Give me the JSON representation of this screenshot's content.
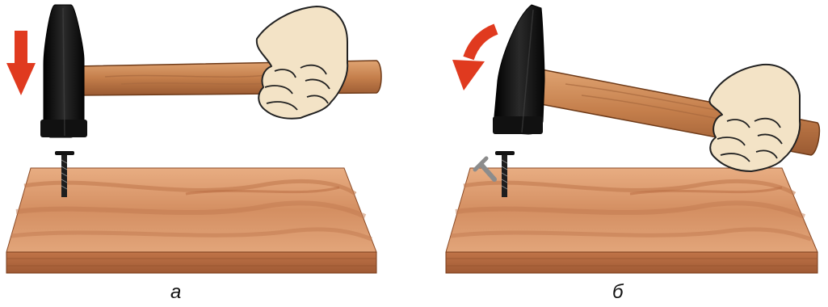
{
  "panels": [
    {
      "caption": "а",
      "motion": "straight-down"
    },
    {
      "caption": "б",
      "motion": "arc-rotation"
    }
  ],
  "colors": {
    "arrow": "#e03a1f",
    "hammer_head": "#1a1a1a",
    "handle": "#c9834f",
    "board_top": "#d9976a",
    "board_side": "#b5693f",
    "skin": "#f3e3c6",
    "nail": "#222222",
    "bent_nail": "#8c8c8c"
  },
  "icons": [
    "down-arrow-icon",
    "curved-arrow-icon",
    "hammer-icon",
    "hand-icon",
    "nail-icon",
    "bent-nail-icon",
    "board-icon"
  ]
}
